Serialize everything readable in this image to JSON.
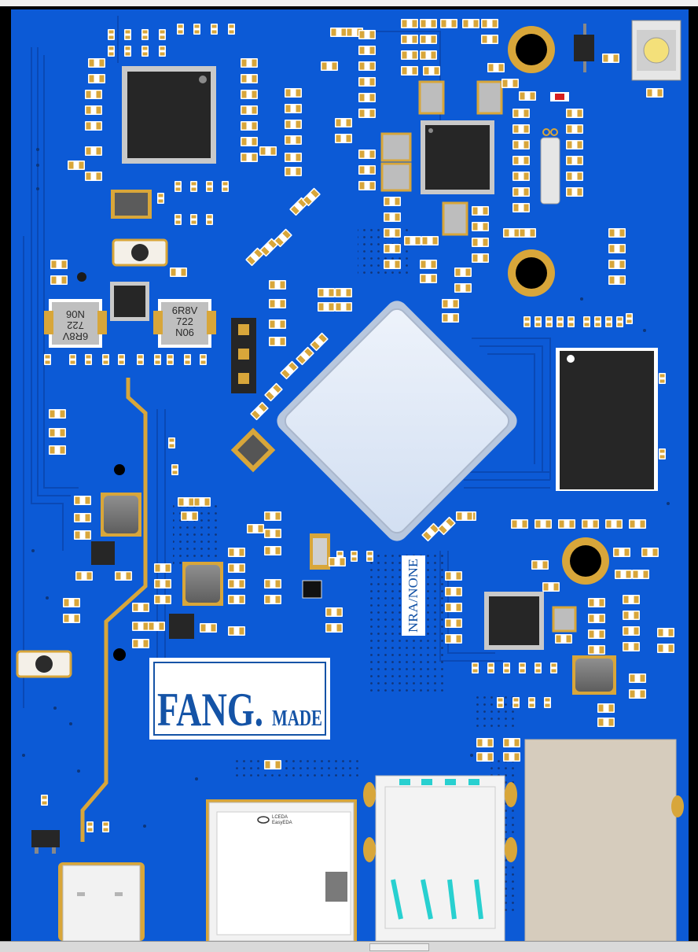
{
  "window": {
    "view": "EasyEDA 3D PCB render"
  },
  "board": {
    "silkscreen_main": "FANG.",
    "silkscreen_sub": "MADE",
    "vertical_label": "NRA/NONE",
    "inductor_left_lines": [
      "6R8V",
      "722",
      "N06"
    ],
    "inductor_right_lines": [
      "6R8V",
      "722",
      "N06"
    ],
    "sd_logo_line1": "LCEDA",
    "sd_logo_line2": "EasyEDA"
  },
  "colors": {
    "pcb_blue": "#0c5ad6",
    "trace_blue": "#0a4ec1",
    "pad_gold": "#d8a63a",
    "silk_white": "#ffffff",
    "chip_black": "#262626",
    "soc_face": "#dfe9f7"
  },
  "icons": [
    "reset-button-icon",
    "user-button-icon",
    "tactile-switch-icon"
  ]
}
